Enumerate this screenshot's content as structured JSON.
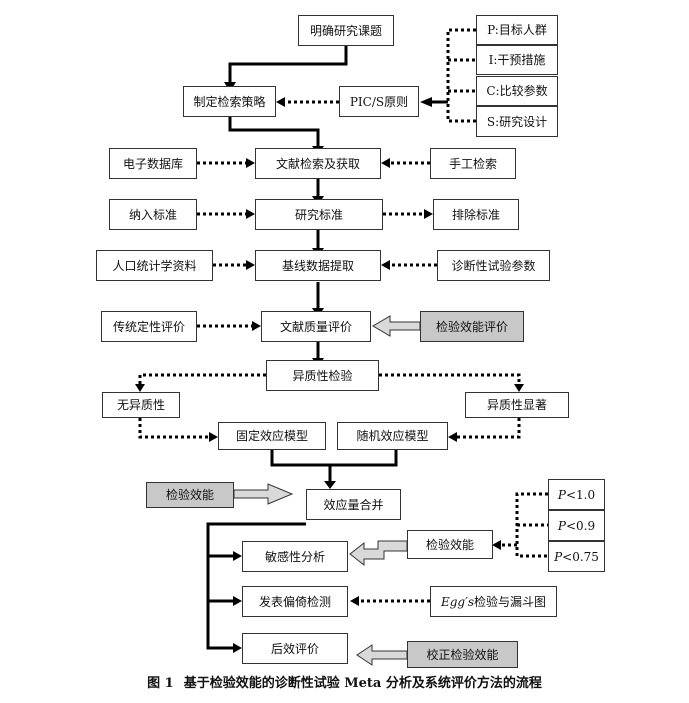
{
  "nodes": {
    "clarify_topic": "明确研究课题",
    "search_strategy": "制定检索策略",
    "pics_principle": "PIC/S原则",
    "p_population": "P:目标人群",
    "i_intervention": "I:干预措施",
    "c_comparison": "C:比较参数",
    "s_design": "S:研究设计",
    "electronic_db": "电子数据库",
    "literature_retrieval": "文献检索及获取",
    "manual_search": "手工检索",
    "inclusion": "纳入标准",
    "study_criteria": "研究标准",
    "exclusion": "排除标准",
    "demographics": "人口统计学资料",
    "baseline_extraction": "基线数据提取",
    "diagnostic_params": "诊断性试验参数",
    "traditional_eval": "传统定性评价",
    "quality_eval": "文献质量评价",
    "test_power_eval": "检验效能评价",
    "heterogeneity_test": "异质性检验",
    "no_heterogeneity": "无异质性",
    "significant_heterogeneity": "异质性显著",
    "fixed_effect": "固定效应模型",
    "random_effect": "随机效应模型",
    "test_power_left": "检验效能",
    "effect_pooling": "效应量合并",
    "p_10_italic": "P",
    "p_10_rest": "<1.0",
    "p_09_italic": "P",
    "p_09_rest": "<0.9",
    "p_075_italic": "P",
    "p_075_rest": "<0.75",
    "sensitivity": "敏感性分析",
    "test_power_right": "检验效能",
    "publication_bias": "发表偏倚检测",
    "egger_italic": "Egg′s",
    "egger_rest": "检验与漏斗图",
    "post_eval": "后效评价",
    "corrected_power": "校正检验效能"
  },
  "caption": {
    "number": "图 1",
    "text": "基于检验效能的诊断性试验 Meta 分析及系统评价方法的流程"
  },
  "colors": {
    "line": "#000000",
    "box_border": "#333333",
    "gray_fill": "#c8c8c8",
    "hollow_arrow_fill": "#d9d9d9"
  }
}
